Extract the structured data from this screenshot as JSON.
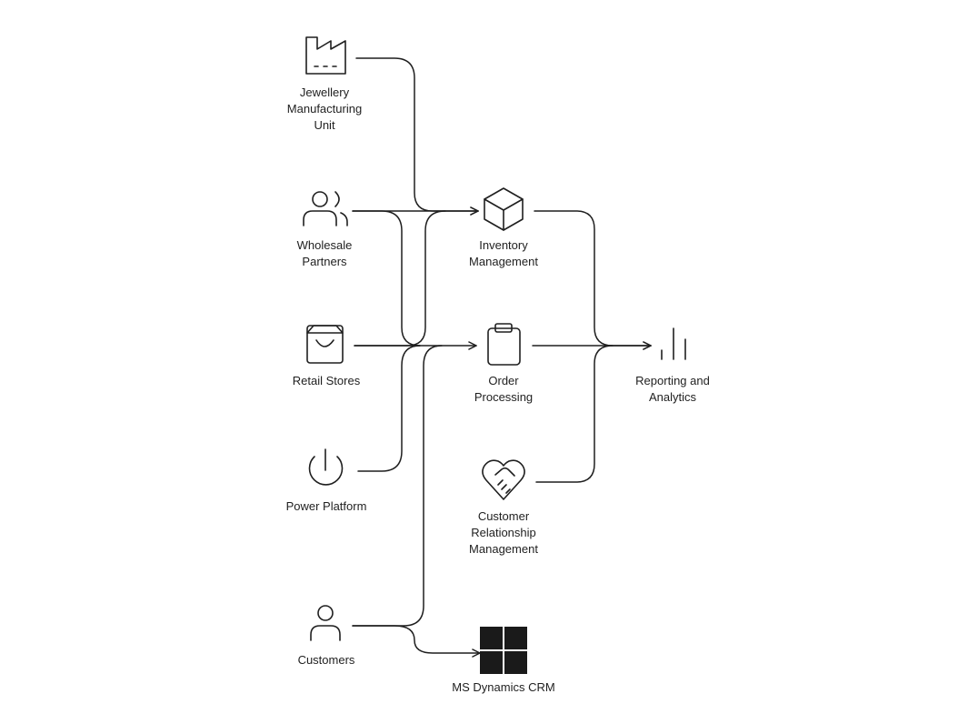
{
  "diagram": {
    "colors": {
      "stroke": "#1f1f1f",
      "background": "#ffffff",
      "ms_tile": "#1a1a1a"
    },
    "nodes": [
      {
        "id": "manufacturing",
        "label": "Jewellery\nManufacturing\nUnit",
        "icon": "factory-icon"
      },
      {
        "id": "wholesale",
        "label": "Wholesale\nPartners",
        "icon": "users-icon"
      },
      {
        "id": "retail",
        "label": "Retail Stores",
        "icon": "shopping-bag-icon"
      },
      {
        "id": "power",
        "label": "Power Platform",
        "icon": "power-icon"
      },
      {
        "id": "customers",
        "label": "Customers",
        "icon": "user-icon"
      },
      {
        "id": "inventory",
        "label": "Inventory\nManagement",
        "icon": "cube-icon"
      },
      {
        "id": "order",
        "label": "Order\nProcessing",
        "icon": "clipboard-icon"
      },
      {
        "id": "crm",
        "label": "Customer\nRelationship\nManagement",
        "icon": "handshake-heart-icon"
      },
      {
        "id": "msdynamics",
        "label": "MS Dynamics CRM",
        "icon": "ms-windows-icon"
      },
      {
        "id": "reporting",
        "label": "Reporting and\nAnalytics",
        "icon": "bar-chart-icon"
      }
    ],
    "edges": [
      {
        "from": "manufacturing",
        "to": "inventory"
      },
      {
        "from": "wholesale",
        "to": "inventory"
      },
      {
        "from": "wholesale",
        "to": "order"
      },
      {
        "from": "retail",
        "to": "inventory"
      },
      {
        "from": "retail",
        "to": "order"
      },
      {
        "from": "power",
        "to": "order"
      },
      {
        "from": "customers",
        "to": "order"
      },
      {
        "from": "customers",
        "to": "msdynamics"
      },
      {
        "from": "inventory",
        "to": "reporting"
      },
      {
        "from": "order",
        "to": "reporting"
      },
      {
        "from": "crm",
        "to": "reporting"
      }
    ]
  }
}
